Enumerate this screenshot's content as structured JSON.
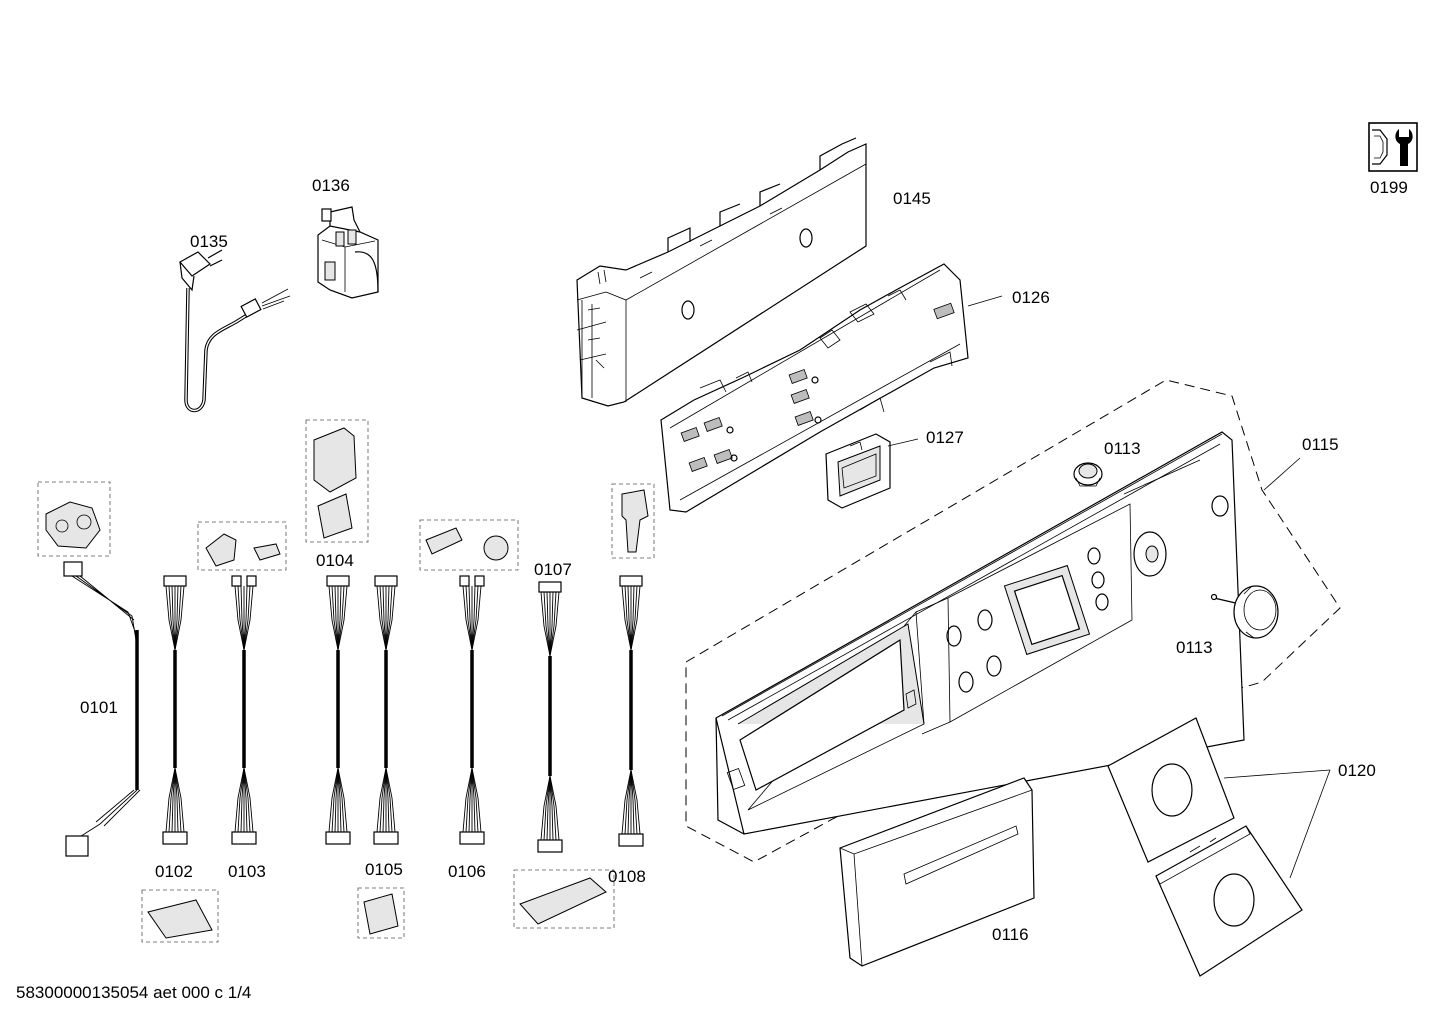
{
  "diagram": {
    "footer": "58300000135054 aet 000 c 1/4",
    "labels": {
      "p0199": "0199",
      "p0136": "0136",
      "p0135": "0135",
      "p0145": "0145",
      "p0126": "0126",
      "p0127": "0127",
      "p0113a": "0113",
      "p0115": "0115",
      "p0113b": "0113",
      "p0120": "0120",
      "p0116": "0116",
      "p0101": "0101",
      "p0102": "0102",
      "p0103": "0103",
      "p0104": "0104",
      "p0105": "0105",
      "p0106": "0106",
      "p0107": "0107",
      "p0108": "0108"
    }
  }
}
